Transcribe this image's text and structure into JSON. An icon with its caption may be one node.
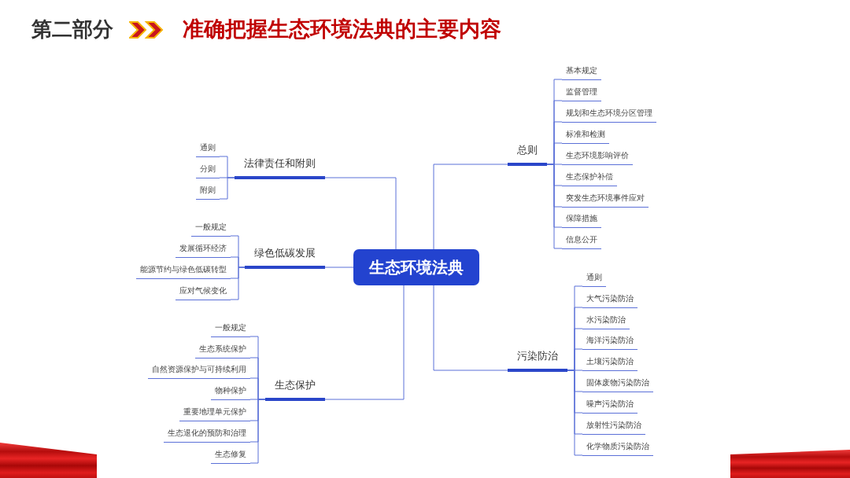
{
  "diagram": {
    "title": "准确把握生态环境法典的主要内容",
    "nodes": [
      {
        "text": [
          "生态环境法典"
        ]
      },
      {
        "text": [
          "法律责任和附则"
        ]
      },
      {
        "text": [
          "通则"
        ]
      },
      {
        "text": [
          "分则"
        ]
      },
      {
        "text": [
          "附则"
        ]
      },
      {
        "text": [
          "绿色低碳发展"
        ]
      },
      {
        "text": [
          "一般规定"
        ]
      },
      {
        "text": [
          "发展循环经济"
        ]
      },
      {
        "text": [
          "能源节约与绿色低碳转型"
        ]
      },
      {
        "text": [
          "应对气候变化"
        ]
      },
      {
        "text": [
          "生态保护"
        ]
      },
      {
        "text": [
          "一般规定"
        ]
      },
      {
        "text": [
          "生态系统保护"
        ]
      },
      {
        "text": [
          "自然资源保护与可持续利用"
        ]
      },
      {
        "text": [
          "物种保护"
        ]
      },
      {
        "text": [
          "重要地理单元保护"
        ]
      },
      {
        "text": [
          "生态退化的预防和治理"
        ]
      },
      {
        "text": [
          "生态修复"
        ]
      },
      {
        "text": [
          "总则"
        ]
      },
      {
        "text": [
          "基本规定"
        ]
      },
      {
        "text": [
          "监督管理"
        ]
      },
      {
        "text": [
          "规划和生态环境分区管理"
        ]
      },
      {
        "text": [
          "标准和检测"
        ]
      },
      {
        "text": [
          "生态环境影响评价"
        ]
      },
      {
        "text": [
          "生态保护补偿"
        ]
      },
      {
        "text": [
          "突发生态环境事件应对"
        ]
      },
      {
        "text": [
          "保障措施"
        ]
      },
      {
        "text": [
          "信息公开"
        ]
      },
      {
        "text": [
          "污染防治"
        ]
      },
      {
        "text": [
          "通则"
        ]
      },
      {
        "text": [
          "大气污染防治"
        ]
      },
      {
        "text": [
          "水污染防治"
        ]
      },
      {
        "text": [
          "海洋污染防治"
        ]
      },
      {
        "text": [
          "土壤污染防治"
        ]
      },
      {
        "text": [
          "固体废物污染防治"
        ]
      },
      {
        "text": [
          "噪声污染防治"
        ]
      },
      {
        "text": [
          "放射性污染防治"
        ]
      },
      {
        "text": [
          "化学物质污染防治"
        ]
      }
    ],
    "edges": [
      {
        "from": 0,
        "to": 1,
        "arrow": "none"
      },
      {
        "from": 1,
        "to": 2,
        "arrow": "none"
      },
      {
        "from": 1,
        "to": 3,
        "arrow": "none"
      },
      {
        "from": 1,
        "to": 4,
        "arrow": "none"
      },
      {
        "from": 0,
        "to": 5,
        "arrow": "none"
      },
      {
        "from": 5,
        "to": 6,
        "arrow": "none"
      },
      {
        "from": 5,
        "to": 7,
        "arrow": "none"
      },
      {
        "from": 5,
        "to": 8,
        "arrow": "none"
      },
      {
        "from": 5,
        "to": 9,
        "arrow": "none"
      },
      {
        "from": 0,
        "to": 10,
        "arrow": "none"
      },
      {
        "from": 10,
        "to": 11,
        "arrow": "none"
      },
      {
        "from": 10,
        "to": 12,
        "arrow": "none"
      },
      {
        "from": 10,
        "to": 13,
        "arrow": "none"
      },
      {
        "from": 10,
        "to": 14,
        "arrow": "none"
      },
      {
        "from": 10,
        "to": 15,
        "arrow": "none"
      },
      {
        "from": 10,
        "to": 16,
        "arrow": "none"
      },
      {
        "from": 10,
        "to": 17,
        "arrow": "none"
      },
      {
        "from": 0,
        "to": 18,
        "arrow": "none"
      },
      {
        "from": 18,
        "to": 19,
        "arrow": "none"
      },
      {
        "from": 18,
        "to": 20,
        "arrow": "none"
      },
      {
        "from": 18,
        "to": 21,
        "arrow": "none"
      },
      {
        "from": 18,
        "to": 22,
        "arrow": "none"
      },
      {
        "from": 18,
        "to": 23,
        "arrow": "none"
      },
      {
        "from": 18,
        "to": 24,
        "arrow": "none"
      },
      {
        "from": 18,
        "to": 25,
        "arrow": "none"
      },
      {
        "from": 18,
        "to": 26,
        "arrow": "none"
      },
      {
        "from": 18,
        "to": 27,
        "arrow": "none"
      },
      {
        "from": 0,
        "to": 28,
        "arrow": "none"
      },
      {
        "from": 28,
        "to": 29,
        "arrow": "none"
      },
      {
        "from": 28,
        "to": 30,
        "arrow": "none"
      },
      {
        "from": 28,
        "to": 31,
        "arrow": "none"
      },
      {
        "from": 28,
        "to": 32,
        "arrow": "none"
      },
      {
        "from": 28,
        "to": 33,
        "arrow": "none"
      },
      {
        "from": 28,
        "to": 34,
        "arrow": "none"
      },
      {
        "from": 28,
        "to": 35,
        "arrow": "none"
      },
      {
        "from": 28,
        "to": 36,
        "arrow": "none"
      },
      {
        "from": 28,
        "to": 37,
        "arrow": "none"
      }
    ],
    "labels": [
      "第二部分"
    ]
  }
}
